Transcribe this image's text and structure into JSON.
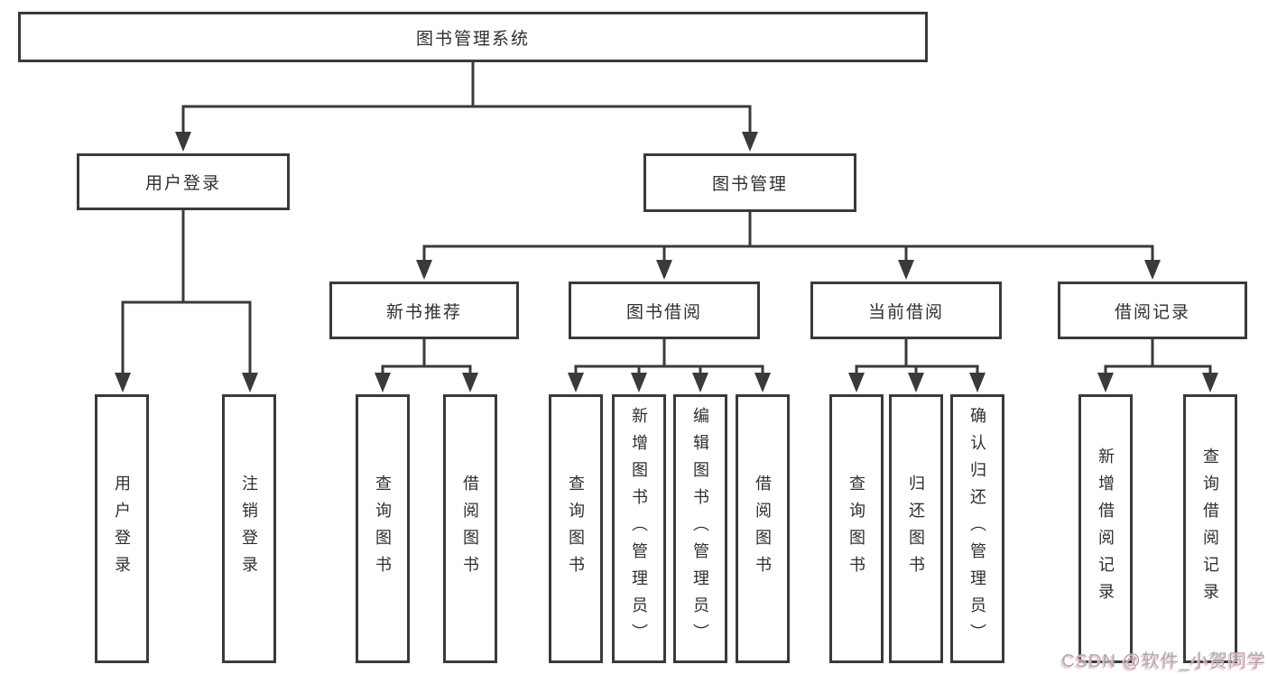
{
  "diagram": {
    "type": "hierarchy-tree",
    "root": {
      "label": "图书管理系统"
    },
    "level2": {
      "user_login": {
        "label": "用户登录"
      },
      "book_mgmt": {
        "label": "图书管理"
      }
    },
    "level3": {
      "new_book_rec": {
        "label": "新书推荐",
        "parent": "图书管理"
      },
      "book_borrow": {
        "label": "图书借阅",
        "parent": "图书管理"
      },
      "current_borrow": {
        "label": "当前借阅",
        "parent": "图书管理"
      },
      "borrow_records": {
        "label": "借阅记录",
        "parent": "图书管理"
      }
    },
    "leaves": [
      {
        "label": "用户登录",
        "parent": "用户登录"
      },
      {
        "label": "注销登录",
        "parent": "用户登录"
      },
      {
        "label": "查询图书",
        "parent": "新书推荐"
      },
      {
        "label": "借阅图书",
        "parent": "新书推荐"
      },
      {
        "label": "查询图书",
        "parent": "图书借阅"
      },
      {
        "label": "新增图书（管理员）",
        "parent": "图书借阅"
      },
      {
        "label": "编辑图书（管理员）",
        "parent": "图书借阅"
      },
      {
        "label": "借阅图书",
        "parent": "图书借阅"
      },
      {
        "label": "查询图书",
        "parent": "当前借阅"
      },
      {
        "label": "归还图书",
        "parent": "当前借阅"
      },
      {
        "label": "确认归还（管理员）",
        "parent": "当前借阅"
      },
      {
        "label": "新增借阅记录",
        "parent": "借阅记录"
      },
      {
        "label": "查询借阅记录",
        "parent": "借阅记录"
      }
    ],
    "colors": {
      "line": "#3a3a3a",
      "text": "#2f2f2f",
      "background": "#ffffff",
      "watermark_gray": "#abacb1",
      "watermark_pink": "#f2c3c9"
    }
  },
  "watermark": {
    "text": "CSDN @软件_小贺同学"
  }
}
